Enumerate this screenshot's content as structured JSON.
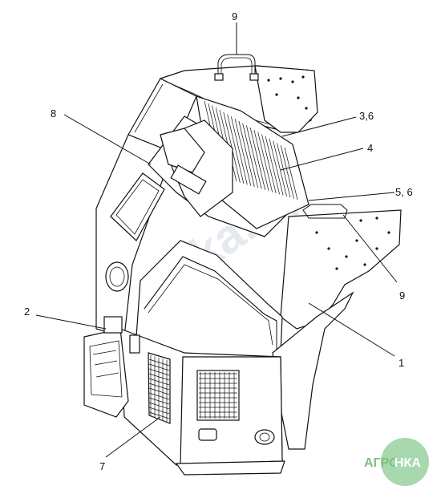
{
  "callouts": [
    {
      "id": "c9a",
      "text": "9"
    },
    {
      "id": "c36",
      "text": "3,6"
    },
    {
      "id": "c8",
      "text": "8"
    },
    {
      "id": "c4",
      "text": "4"
    },
    {
      "id": "c56",
      "text": "5, 6"
    },
    {
      "id": "c9b",
      "text": "9"
    },
    {
      "id": "c2",
      "text": "2"
    },
    {
      "id": "c1",
      "text": "1"
    },
    {
      "id": "c7",
      "text": "7"
    }
  ],
  "watermark": {
    "text": "nika.by"
  },
  "logo": {
    "left": "АГРО",
    "right": "НКА",
    "color_left": "#7fbf7f",
    "color_right": "#ffffff",
    "badge": "#9fd4a5"
  }
}
